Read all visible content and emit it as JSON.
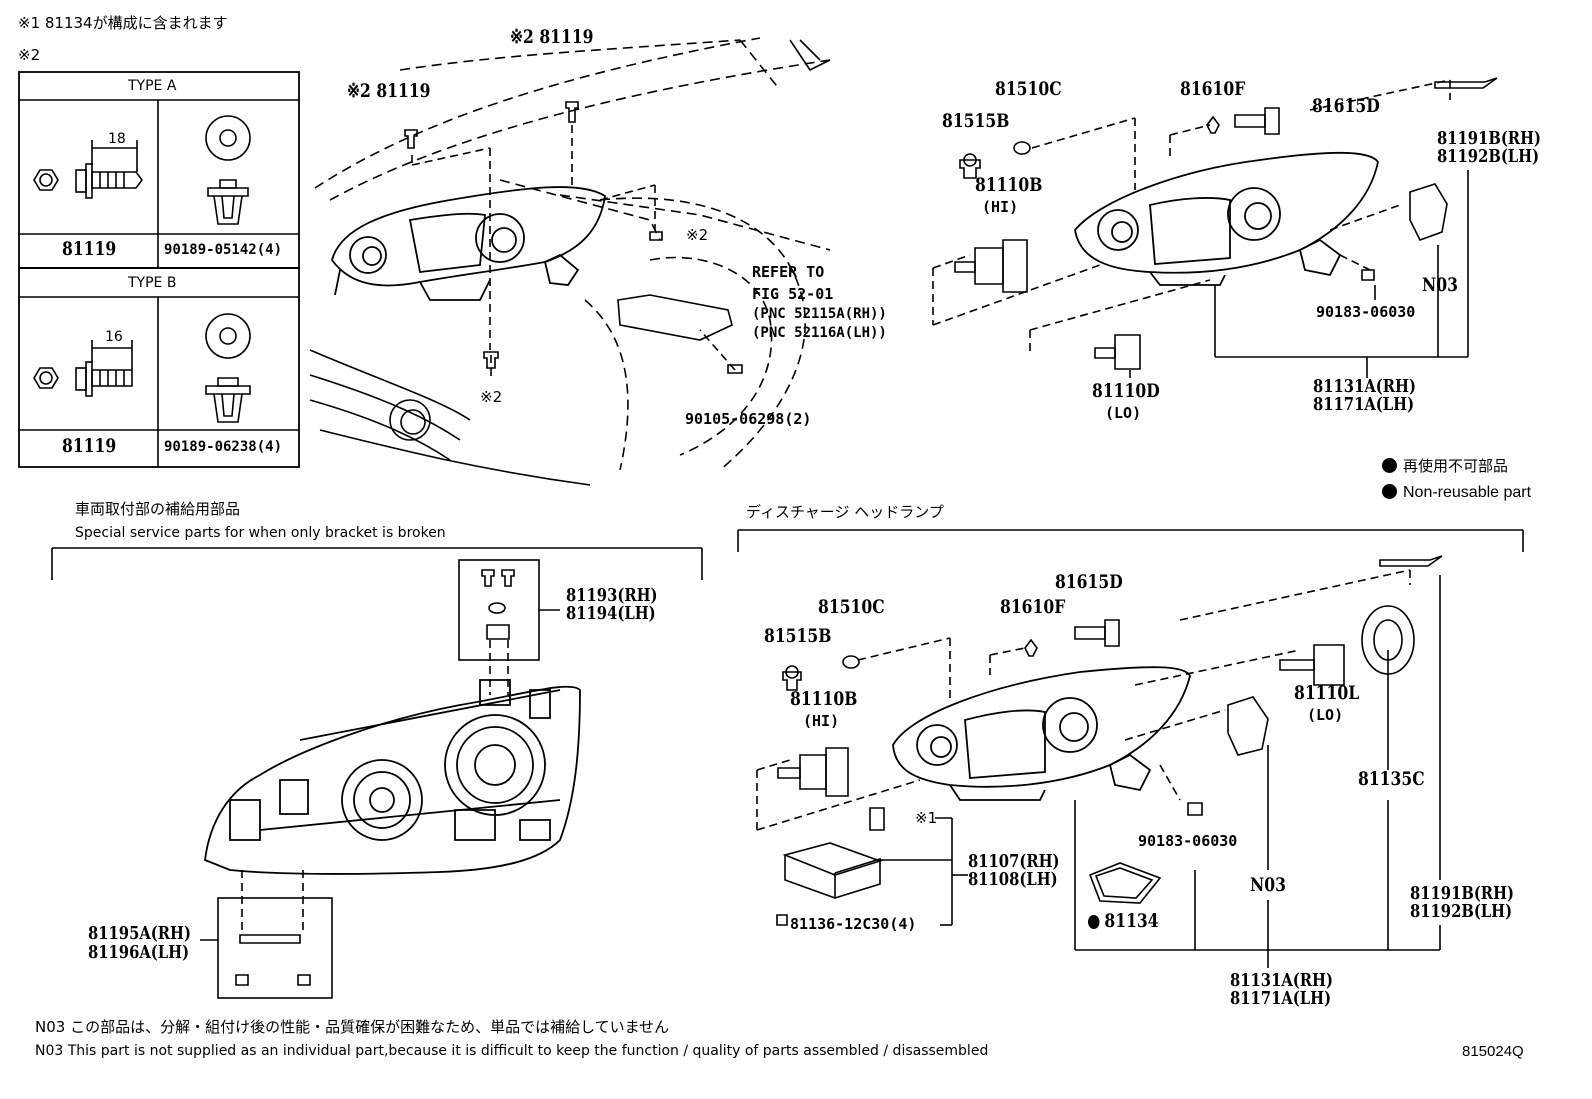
{
  "notes_top": {
    "note1": "※1 81134が構成に含まれます",
    "note2": "※2"
  },
  "type_table": {
    "type_a": {
      "title": "TYPE A",
      "dim": "18",
      "part_left": "81119",
      "part_right": "90189-05142(4)"
    },
    "type_b": {
      "title": "TYPE B",
      "dim": "16",
      "part_left": "81119",
      "part_right": "90189-06238(4)"
    }
  },
  "top_center": {
    "label_81119_a": "※2 81119",
    "label_81119_b": "※2 81119",
    "label_mark2_right": "※2",
    "label_mark2_bottom": "※2",
    "refer_to": "REFER TO",
    "fig": "FIG 52-01",
    "pnc_rh": "(PNC 52115A(RH))",
    "pnc_lh": "(PNC 52116A(LH))",
    "bolt": "90105-06298(2)"
  },
  "top_right": {
    "p81510c": "81510C",
    "p81515b": "81515B",
    "p81110b": "81110B",
    "hi": "(HI)",
    "p81610f": "81610F",
    "p81615d": "81615D",
    "p81191b": "81191B(RH)",
    "p81192b": "81192B(LH)",
    "n03": "N03",
    "p90183": "90183-06030",
    "p81110d": "81110D",
    "lo": "(LO)",
    "p81131a": "81131A(RH)",
    "p81171a": "81171A(LH)"
  },
  "legend": {
    "jp": "再使用不可部品",
    "en": "Non-reusable part"
  },
  "bracket_section": {
    "title_jp": "車両取付部の補給用部品",
    "title_en": "Special service parts for when only bracket is broken",
    "p81193": "81193(RH)",
    "p81194": "81194(LH)",
    "p81195a": "81195A(RH)",
    "p81196a": "81196A(LH)"
  },
  "discharge_section": {
    "title": "ディスチャージ ヘッドランプ",
    "p81615d": "81615D",
    "p81510c": "81510C",
    "p81610f": "81610F",
    "p81515b": "81515B",
    "p81110b": "81110B",
    "hi": "(HI)",
    "p81110l": "81110L",
    "lo": "(LO)",
    "p81135c": "81135C",
    "mark1": "※1",
    "p81107": "81107(RH)",
    "p81108": "81108(LH)",
    "p81136": "81136-12C30(4)",
    "p90183": "90183-06030",
    "n03": "N03",
    "p81134": "81134",
    "p81191b": "81191B(RH)",
    "p81192b": "81192B(LH)",
    "p81131a": "81131A(RH)",
    "p81171a": "81171A(LH)"
  },
  "footer": {
    "n03_jp": "N03 この部品は、分解・組付け後の性能・品質確保が困難なため、単品では補給していません",
    "n03_en": "N03 This part is not supplied as an  individual part,because it is difficult to keep the function / quality of parts assembled / disassembled",
    "figure_code": "815024Q"
  }
}
